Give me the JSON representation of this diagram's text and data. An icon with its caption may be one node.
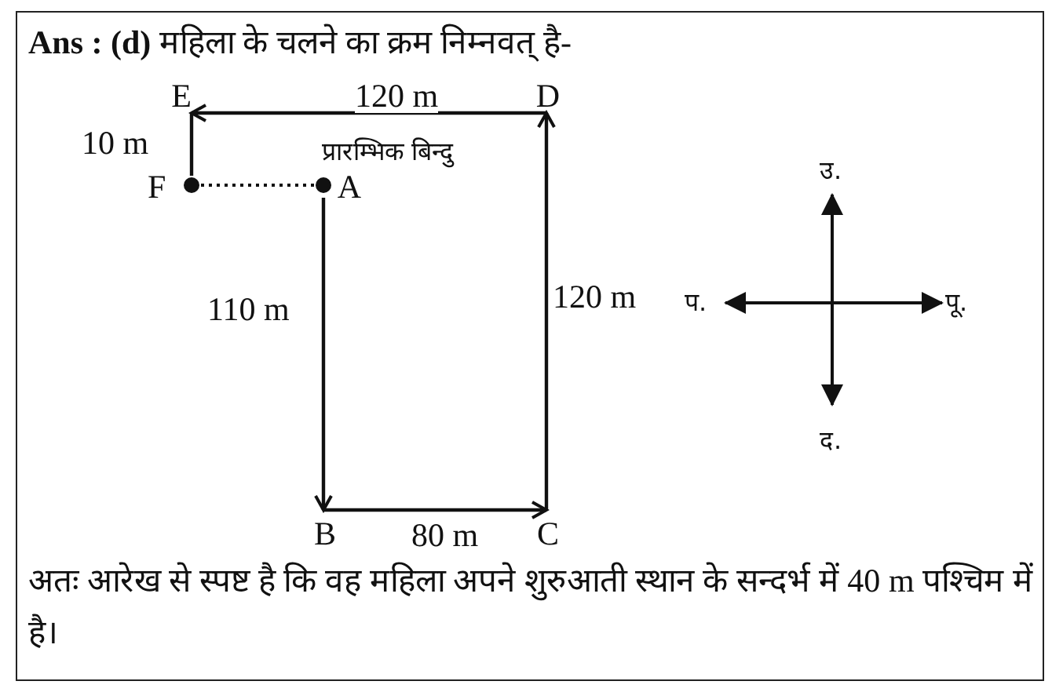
{
  "diagram": {
    "title": "**Ans : (d)** महिला के चलने का क्रम निम्नवत् है-",
    "caption": "अतः आरेख से स्पष्ट है कि वह महिला अपने शुरुआती स्थान के सन्दर्भ में 40 m पश्चिम में है।",
    "nodes": [
      {
        "text": [
          "E"
        ]
      },
      {
        "text": [
          "D"
        ]
      },
      {
        "text": [
          "F"
        ]
      },
      {
        "text": [
          "A"
        ],
        "beside": [
          "प्रारम्भिक बिन्दु"
        ]
      },
      {
        "text": [
          "B"
        ]
      },
      {
        "text": [
          "C"
        ]
      }
    ],
    "edges": [
      {
        "from": 3,
        "to": 4,
        "arrow": "to",
        "label": "110 m"
      },
      {
        "from": 4,
        "to": 5,
        "arrow": "to",
        "label": "80 m"
      },
      {
        "from": 5,
        "to": 1,
        "arrow": "to",
        "label": "120 m"
      },
      {
        "from": 1,
        "to": 0,
        "arrow": "to",
        "label": "120 m"
      },
      {
        "from": 0,
        "to": 2,
        "arrow": "none",
        "label": "10 m"
      },
      {
        "from": 2,
        "to": 3,
        "arrow": "none",
        "style": "dashed"
      }
    ],
    "labels": [
      "उ.",
      "प.",
      "पू.",
      "द."
    ]
  }
}
